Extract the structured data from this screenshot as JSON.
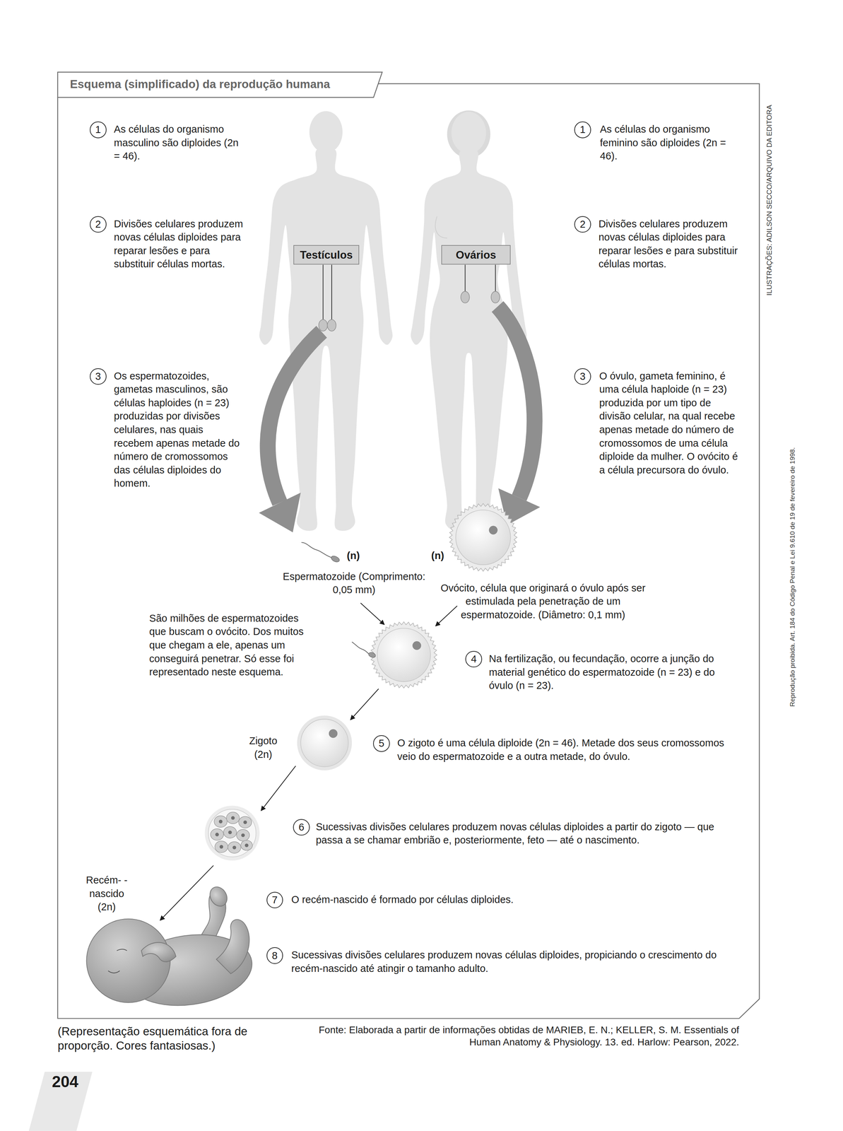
{
  "diagram": {
    "title": "Esquema (simplificado) da reprodução humana",
    "caption": "(Representação esquemática fora de proporção. Cores fantasiosas.)",
    "nodes": [
      {
        "text": [
          "Testículos"
        ]
      },
      {
        "text": [
          "Ovários"
        ]
      },
      {
        "text": [
          "1"
        ]
      },
      {
        "text": [
          "2"
        ]
      },
      {
        "text": [
          "3"
        ]
      },
      {
        "text": [
          "1"
        ]
      },
      {
        "text": [
          "2"
        ]
      },
      {
        "text": [
          "3"
        ]
      },
      {
        "text": [
          "4"
        ]
      },
      {
        "text": [
          "5"
        ]
      },
      {
        "text": [
          "6"
        ]
      },
      {
        "text": [
          "7"
        ]
      },
      {
        "text": [
          "8"
        ]
      }
    ],
    "labels": [
      "As células do organismo masculino são diploides (2n = 46).",
      "Divisões celulares produzem novas células diploides para reparar lesões e para substituir células mortas.",
      "Os espermatozoides, gametas masculinos, são células haploides (n = 23) produzidas por divisões celulares, nas quais recebem apenas metade do número de cromossomos das células diploides do homem.",
      "As células do organismo feminino são diploides (2n = 46).",
      "Divisões celulares produzem novas células diploides para reparar lesões e para substituir células mortas.",
      "O óvulo, gameta feminino, é uma célula haploide (n = 23) produzida por um tipo de divisão celular, na qual recebe apenas metade do número de cromossomos de uma célula diploide da mulher. O ovócito é a célula precursora do óvulo.",
      "(n)",
      "(n)",
      "Espermatozoide (Comprimento: 0,05 mm)",
      "Ovócito, célula que originará o óvulo após ser estimulada pela penetração de um espermatozoide. (Diâmetro: 0,1 mm)",
      "São milhões de espermatozoides que buscam o ovócito. Dos muitos que chegam a ele, apenas um conseguirá penetrar. Só esse foi representado neste esquema.",
      "Na fertilização, ou fecundação, ocorre a junção do material genético do espermatozoide (n = 23) e do óvulo (n = 23).",
      "Zigoto (2n)",
      "O zigoto é uma célula diploide (2n = 46). Metade dos seus cromossomos veio do espermatozoide e a outra metade, do óvulo.",
      "Sucessivas divisões celulares produzem novas células diploides a partir do zigoto — que passa a se chamar embrião e, posteriormente, feto — até o nascimento.",
      "Recém- -nascido (2n)",
      "O recém-nascido é formado por células diploides.",
      "Sucessivas divisões celulares produzem novas células diploides, propiciando o crescimento do recém-nascido até atingir o tamanho adulto.",
      "Fonte: Elaborada a partir de informações obtidas de MARIEB, E. N.; KELLER, S. M. Essentials of Human Anatomy & Physiology. 13. ed. Harlow: Pearson, 2022.",
      "204",
      "ILUSTRAÇÕES: ADILSON SECCO/ARQUIVO DA EDITORA",
      "Reprodução proibida. Art. 184 do Código Penal e Lei 9.610 de 19 de fevereiro de 1998."
    ]
  }
}
